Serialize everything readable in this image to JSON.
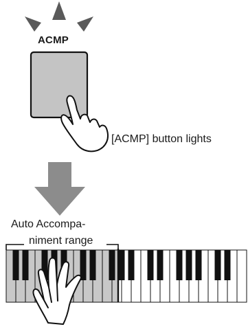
{
  "button": {
    "label": "ACMP"
  },
  "caption": {
    "button_lights": "[ACMP] button lights"
  },
  "range_label": {
    "line1": "Auto Accompa-",
    "line2": "niment range"
  },
  "colors": {
    "button_fill": "#c4c4c4",
    "arrow_fill": "#8c8c8c",
    "indicator_fill": "#5a5a5a",
    "shaded_keys": "#c8c8c8",
    "white_keys": "#ffffff",
    "black_keys": "#111111"
  },
  "icons": [
    "light-indicator-icon",
    "pointing-hand-icon",
    "down-arrow-icon",
    "left-hand-icon"
  ]
}
